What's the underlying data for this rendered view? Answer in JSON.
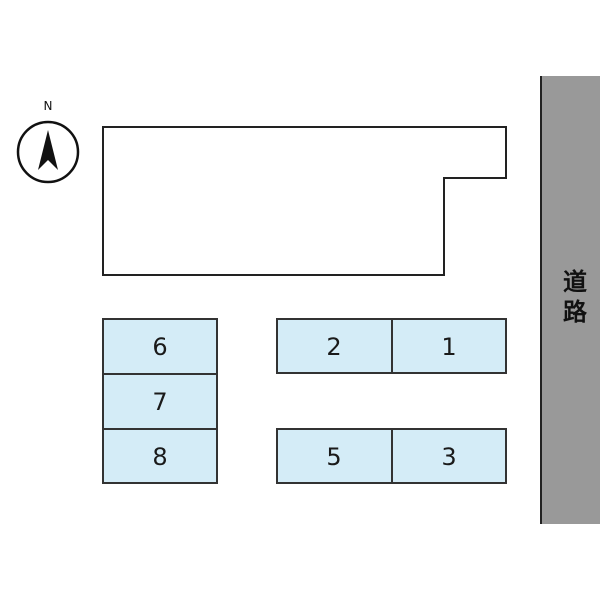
{
  "compass": {
    "letter": "N",
    "icon": "north-arrow-icon"
  },
  "road": {
    "label_chars": [
      "道",
      "路"
    ],
    "color": "#999999"
  },
  "building": {
    "fill": "#ffffff",
    "stroke": "#222222"
  },
  "parking": {
    "fill": "#d4ecf7",
    "stroke": "#333333",
    "slots": [
      {
        "id": "slot-6",
        "label": "6"
      },
      {
        "id": "slot-7",
        "label": "7"
      },
      {
        "id": "slot-8",
        "label": "8"
      },
      {
        "id": "slot-2",
        "label": "2"
      },
      {
        "id": "slot-1",
        "label": "1"
      },
      {
        "id": "slot-5",
        "label": "5"
      },
      {
        "id": "slot-3",
        "label": "3"
      }
    ]
  }
}
